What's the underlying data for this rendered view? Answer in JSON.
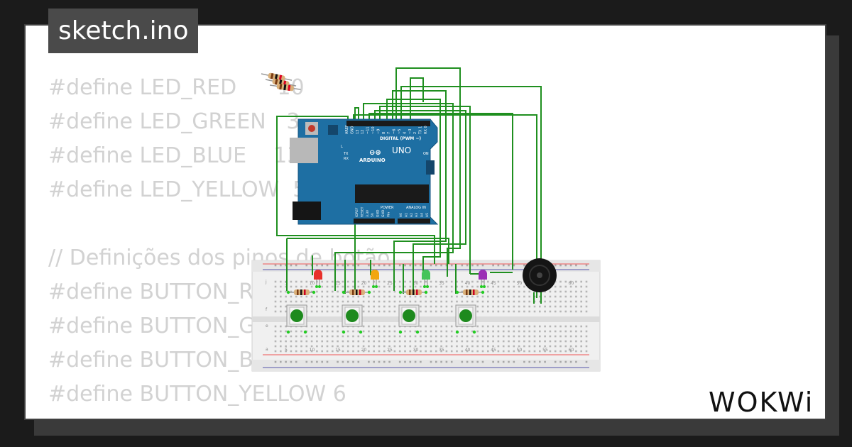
{
  "tab": {
    "filename": "sketch.ino"
  },
  "code_lines": [
    "#define LED_RED      10",
    "#define LED_GREEN   3",
    "#define LED_BLUE    13",
    "#define LED_YELLOW  5",
    "",
    "// Definições dos pinos de botão",
    "#define BUTTON_RED  2",
    "#define BUTTON_GREEN  4",
    "#define BUTTON_BLUE  12",
    "#define BUTTON_YELLOW 6"
  ],
  "arduino": {
    "brand": "ARDUINO",
    "model": "UNO",
    "digital_label": "DIGITAL (PWM ~)",
    "power_label": "POWER",
    "analog_label": "ANALOG IN",
    "digital_pins": [
      "AREF",
      "GND",
      "13",
      "12",
      "~11",
      "~10",
      "~9",
      "8",
      "7",
      "~6",
      "~5",
      "4",
      "~3",
      "2",
      "TX 1",
      "RX 0"
    ],
    "power_pins": [
      "IOREF",
      "RESET",
      "3.3V",
      "5V",
      "GND",
      "GND",
      "Vin"
    ],
    "analog_pins": [
      "A0",
      "A1",
      "A2",
      "A3",
      "A4",
      "A5"
    ],
    "tx_label": "TX",
    "rx_label": "RX",
    "on_label": "ON",
    "l_label": "L"
  },
  "breadboard": {
    "column_numbers": [
      "5",
      "10",
      "15",
      "20",
      "25",
      "30",
      "35",
      "40",
      "45",
      "50",
      "55",
      "60"
    ],
    "top_row_labels": [
      "j",
      "f"
    ],
    "bottom_row_labels": [
      "e",
      "a"
    ]
  },
  "leds": [
    {
      "name": "red",
      "color": "#e8312b"
    },
    {
      "name": "yellow",
      "color": "#f2a60f"
    },
    {
      "name": "green",
      "color": "#45c45a"
    },
    {
      "name": "purple",
      "color": "#9b2fb5"
    }
  ],
  "colors": {
    "wire": "#1f8f1f",
    "board": "#1e6fa3",
    "button": "#1e8a1e",
    "code_text": "#d2d2d2"
  },
  "brand": {
    "logo_text": "WOKWi"
  }
}
